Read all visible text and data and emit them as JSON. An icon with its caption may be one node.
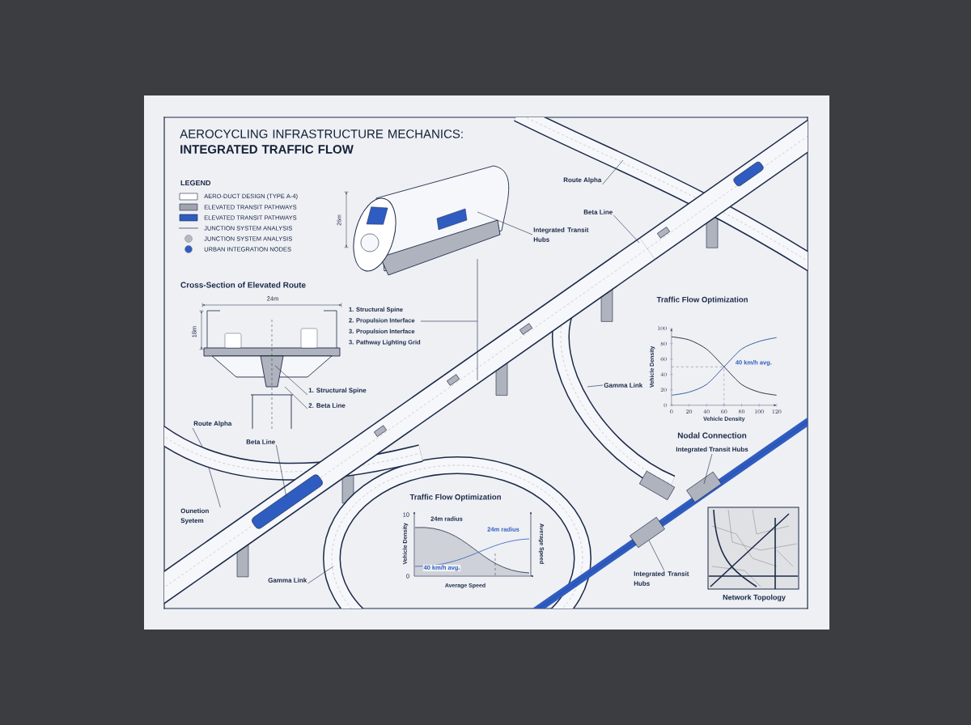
{
  "diagram": {
    "title": "AEROCYCLING INFRASTRUCTURE MECHANICS: **INTEGRATED TRAFFIC FLOW**",
    "nodes": [
      {
        "text": [
          "Integrated Transit Hubs"
        ]
      },
      {
        "text": [
          "Route Alpha"
        ]
      },
      {
        "text": [
          "Beta Line"
        ]
      },
      {
        "text": [
          "1. Structural Spine"
        ]
      },
      {
        "text": [
          "2. Beta Line"
        ]
      },
      {
        "text": [
          "Route Alpha"
        ]
      },
      {
        "text": [
          "Beta Line"
        ]
      },
      {
        "text": [
          "Ounetion Syetem"
        ]
      },
      {
        "text": [
          "Gamma Link"
        ]
      },
      {
        "text": [
          "Integrated Transit Hubs"
        ]
      },
      {
        "text": [
          "Gamma Link"
        ]
      },
      {
        "text": [
          "Integrated Transit Hubs"
        ]
      },
      {
        "text": [],
        "shape": "picture"
      }
    ],
    "edges": [
      {
        "from": 0,
        "to": null,
        "arrow": "none"
      },
      {
        "from": 1,
        "to": null,
        "arrow": "none"
      },
      {
        "from": 2,
        "to": null,
        "arrow": "none"
      },
      {
        "from": 3,
        "to": null,
        "arrow": "none"
      },
      {
        "from": 4,
        "to": null,
        "arrow": "none"
      },
      {
        "from": 5,
        "to": null,
        "arrow": "none"
      },
      {
        "from": 6,
        "to": 12,
        "arrow": "none"
      },
      {
        "from": 7,
        "to": null,
        "arrow": "none"
      },
      {
        "from": 8,
        "to": null,
        "arrow": "none"
      },
      {
        "from": 9,
        "to": null,
        "arrow": "none"
      },
      {
        "from": 10,
        "to": null,
        "arrow": "none"
      },
      {
        "from": 11,
        "to": null,
        "arrow": "none"
      }
    ],
    "labels": [
      "LEGEND",
      "26m",
      "Cross-Section of Elevated Route",
      "24m",
      "18m",
      "1. Structural Spine",
      "2. Propulsion Interface",
      "3. Propulsion Interface",
      "3. Pathway Lighting Grid",
      "Nodal Connection",
      "Traffic Flow Optimization",
      "10",
      "24m radius",
      "24m radius",
      "Vehicle Density",
      "40 km/h avg.",
      "0",
      "Average Speed",
      "Average Speed",
      "Network Topology"
    ],
    "legend": [
      {
        "text": "AERO-DUCT DESIGN (TYPE A-4)",
        "color": "#ffffff"
      },
      {
        "text": "ELEVATED TRANSIT PATHWAYS",
        "color": "#9ea3ad"
      },
      {
        "text": "ELEVATED TRANSIT PATHWAYS",
        "color": "#2f5cc0"
      },
      {
        "text": "JUNCTION SYSTEM ANALYSIS"
      },
      {
        "text": "JUNCTION SYSTEM ANALYSIS",
        "color": "#b5b9c0"
      },
      {
        "text": "URBAN INTEGRATION NODES",
        "color": "#2f5cc0"
      }
    ],
    "chart_data": {
      "type": "line",
      "title": "Traffic Flow Optimization",
      "xlabel": "Vehicle Density",
      "ylabel": "Vehicle Density",
      "x": [
        0,
        20,
        40,
        60,
        80,
        100,
        120
      ],
      "series": [
        {
          "color": "#1a2233",
          "values": [
            89,
            85,
            73,
            50,
            27,
            17,
            13
          ]
        },
        {
          "color": "#2a4d9a",
          "values": [
            13,
            17,
            27,
            50,
            73,
            83,
            88
          ]
        }
      ],
      "xlim": [
        0,
        120
      ],
      "ylim": [
        0,
        100
      ],
      "xticks": [
        0,
        20,
        40,
        60,
        80,
        100,
        120
      ],
      "yticks": [
        0,
        20,
        40,
        60,
        80,
        100
      ],
      "ref_lines": [
        {
          "axis": "y",
          "value": 50
        },
        {
          "axis": "x",
          "value": 60
        }
      ],
      "annotations": [
        "40 km/h avg."
      ]
    }
  }
}
